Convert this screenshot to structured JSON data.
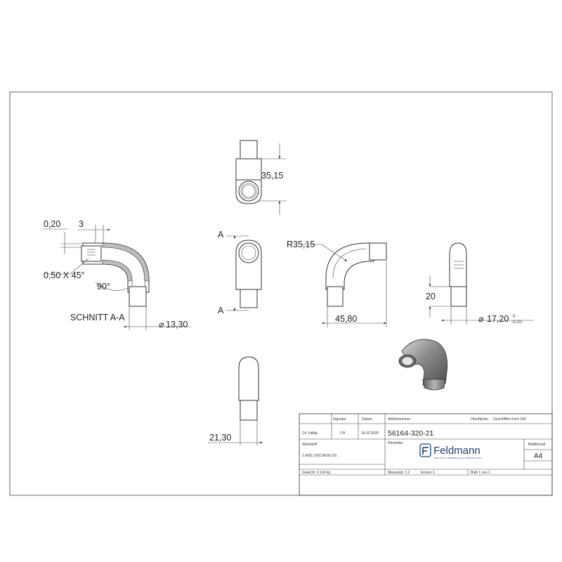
{
  "drawing": {
    "dimensions": {
      "d_0_20": "0,20",
      "d_3": "3",
      "chamfer": "0,50 X 45°",
      "angle": "90°",
      "section_label": "SCHNITT A-A",
      "dia_13_30": "13,30",
      "d_35_15": "35,15",
      "section_mark": "A",
      "radius": "R35,15",
      "d_45_80": "45,80",
      "d_20": "20",
      "dia_17_20": "17,20",
      "tol_upper": "0",
      "tol_lower": "-0,10",
      "d_21_30": "21,30",
      "dia_symbol": "⌀"
    }
  },
  "title_block": {
    "row1": {
      "name_header": "",
      "signature_header": "Signatur",
      "date_header": "Datum",
      "article_header": "Artikelnummer",
      "surface_label": "Oberfläche:",
      "surface_value": "Geschliffen Korn 240"
    },
    "row2": {
      "name": "Ch. Hallig",
      "signature": "CH",
      "date": "18.02.2020",
      "article_number": "56164-320-21"
    },
    "material_label": "Werkstoff:",
    "material_value": "1.4301 (X5CrNi18-10)",
    "manufacturer_label": "Hersteller",
    "logo_text": "Feldmann",
    "logo_subtext": "EDELSTAHL VERBINDUNGS & ZUBEHÖR TEILE",
    "format_label": "Blattformat",
    "format_value": "A4",
    "weight": "Gewicht: 0.124 kg",
    "scale": "Massstab: 1:2",
    "version": "Version 1",
    "sheet": "Blatt 1 von 1"
  }
}
